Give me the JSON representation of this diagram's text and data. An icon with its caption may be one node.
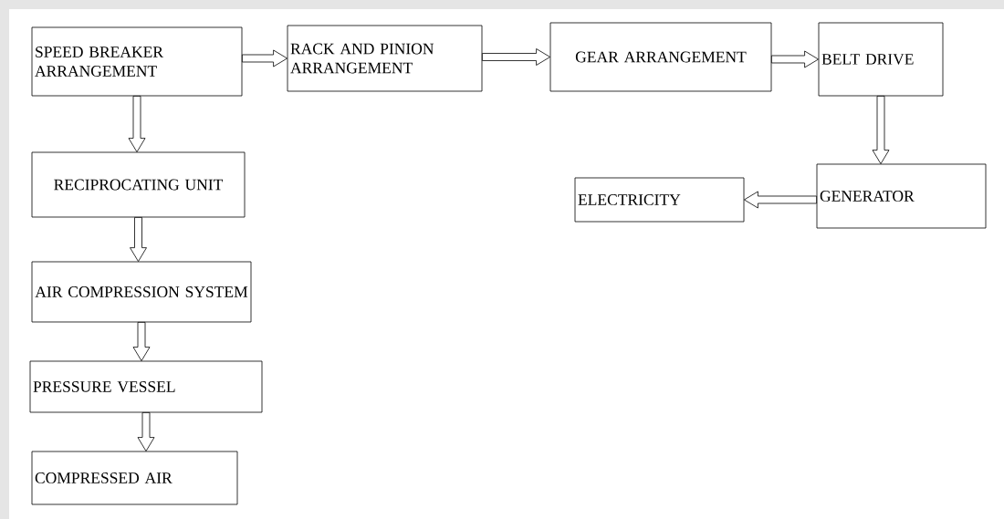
{
  "diagram": {
    "nodes": [
      {
        "text": [
          "SPEED BREAKER ARRANGEMENT"
        ]
      },
      {
        "text": [
          "RACK AND PINION ARRANGEMENT"
        ]
      },
      {
        "text": [
          "GEAR ARRANGEMENT"
        ]
      },
      {
        "text": [
          "BELT DRIVE"
        ]
      },
      {
        "text": [
          "RECIPROCATING UNIT"
        ]
      },
      {
        "text": [
          "GENERATOR"
        ]
      },
      {
        "text": [
          "ELECTRICITY"
        ]
      },
      {
        "text": [
          "AIR COMPRESSION SYSTEM"
        ]
      },
      {
        "text": [
          "PRESSURE VESSEL"
        ]
      },
      {
        "text": [
          "COMPRESSED AIR"
        ]
      }
    ],
    "edges": [
      {
        "from": 0,
        "to": 1,
        "arrow": "to"
      },
      {
        "from": 1,
        "to": 2,
        "arrow": "to"
      },
      {
        "from": 2,
        "to": 3,
        "arrow": "to"
      },
      {
        "from": 3,
        "to": 5,
        "arrow": "to"
      },
      {
        "from": 5,
        "to": 6,
        "arrow": "to"
      },
      {
        "from": 0,
        "to": 4,
        "arrow": "to"
      },
      {
        "from": 4,
        "to": 7,
        "arrow": "to"
      },
      {
        "from": 7,
        "to": 8,
        "arrow": "to"
      },
      {
        "from": 8,
        "to": 9,
        "arrow": "to"
      }
    ]
  }
}
